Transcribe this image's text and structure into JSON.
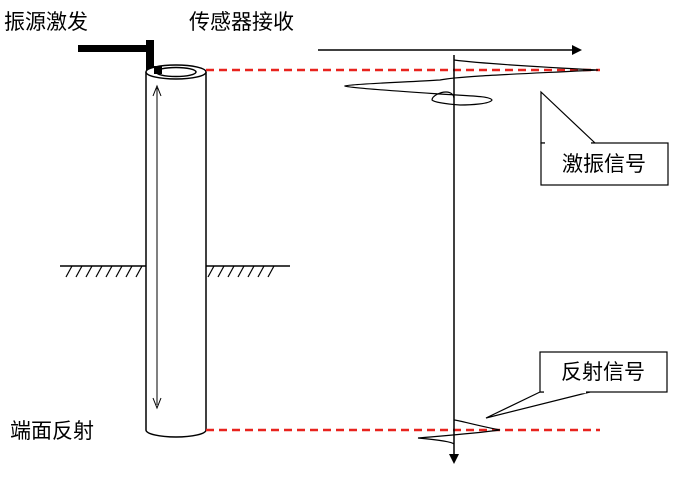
{
  "labels": {
    "source": "振源激发",
    "sensor": "传感器接收",
    "end_reflection": "端面反射"
  },
  "callouts": {
    "excitation": "激振信号",
    "reflection": "反射信号"
  },
  "colors": {
    "ink": "#000000",
    "reference_line": "#e8231e",
    "callout_fill": "#ffffff"
  },
  "icons": {
    "hammer": "excitation-hammer-icon",
    "sensor": "sensor-block-icon",
    "pile": "pile-cylinder-icon",
    "ground": "ground-hatch-icon"
  }
}
